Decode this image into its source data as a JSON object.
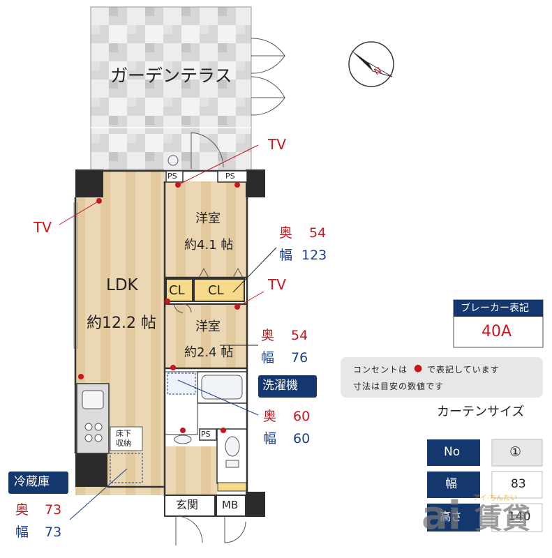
{
  "rooms": {
    "garden": "ガーデンテラス",
    "ldk": "LDK",
    "ldk_size": "約12.2 帖",
    "western1": "洋室",
    "western1_size": "約4.1 帖",
    "western2": "洋室",
    "western2_size": "約2.4 帖",
    "entrance": "玄関",
    "mb": "MB",
    "cl1": "CL",
    "cl2": "CL",
    "ps1": "PS",
    "ps2": "PS",
    "ps3": "PS",
    "storage": [
      "床下",
      "収納"
    ]
  },
  "tv_labels": [
    "TV",
    "TV",
    "TV"
  ],
  "curtains": {
    "w1": {
      "depth_label": "奥",
      "depth": "54",
      "width_label": "幅",
      "width": "123"
    },
    "w2": {
      "depth_label": "奥",
      "depth": "54",
      "width_label": "幅",
      "width": "76"
    }
  },
  "washer": {
    "title": "洗濯機",
    "depth_label": "奥",
    "depth": "60",
    "width_label": "幅",
    "width": "60"
  },
  "fridge": {
    "title": "冷蔵庫",
    "depth_label": "奥",
    "depth": "73",
    "width_label": "幅",
    "width": "73"
  },
  "breaker": {
    "title": "ブレーカー表記",
    "value": "40A"
  },
  "notes": {
    "line1a": "コンセントは",
    "line1b": "で表記しています",
    "line2": "寸法は目安の数値です"
  },
  "curtain_table": {
    "title": "カーテンサイズ",
    "rows": [
      {
        "label": "No",
        "value": "①"
      },
      {
        "label": "幅",
        "value": "83"
      },
      {
        "label": "高さ",
        "value": "140"
      }
    ]
  },
  "logo": {
    "tagline": "アイ-ちんたい",
    "ai": "ai",
    "text": "賃貸"
  },
  "compass": {
    "north": "N"
  },
  "colors": {
    "wall": "#2b2b2b",
    "floor": "#ecd7b4",
    "floor_stripe": "#e3c99e",
    "outlet": "#c8161d",
    "navy": "#14376e",
    "red": "#c8161d",
    "blue": "#1a3f8f"
  }
}
